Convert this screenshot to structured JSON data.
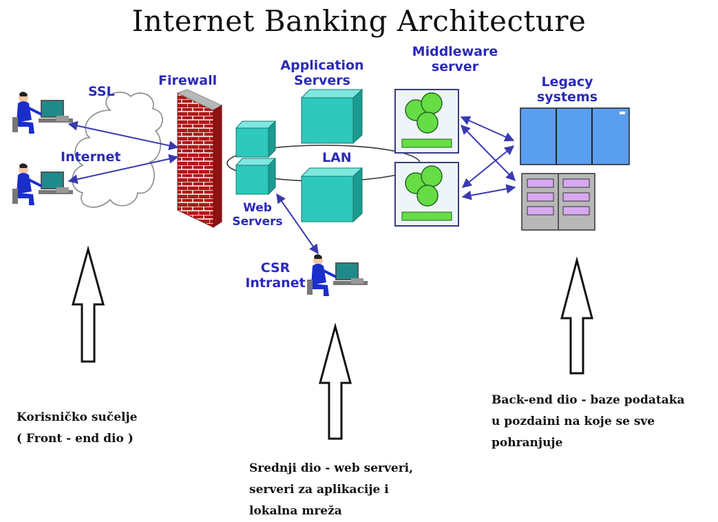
{
  "title": "Internet Banking Architecture",
  "labels": {
    "ssl": "SSL",
    "internet": "Internet",
    "firewall": "Firewall",
    "application_servers": [
      "Application",
      "Servers"
    ],
    "middleware_server": [
      "Middleware",
      "server"
    ],
    "legacy_systems": [
      "Legacy",
      "systems"
    ],
    "lan": "LAN",
    "web_servers": [
      "Web",
      "Servers"
    ],
    "csr_intranet": [
      "CSR",
      "Intranet"
    ]
  },
  "captions": {
    "front_end": [
      "Korisničko sučelje",
      "( Front - end dio )"
    ],
    "middle": [
      "Srednji dio - web serveri,",
      "serveri za aplikacije i",
      "lokalna mreža"
    ],
    "back_end": [
      "Back-end dio - baze podataka",
      "u pozdaini na koje se sve",
      "pohranjuje"
    ]
  },
  "colors": {
    "label_blue": "#2a2ab8",
    "server_teal": "#2ec8bc",
    "brick_red": "#b01818",
    "legacy_blue": "#5a9ef0",
    "storage_purple": "#d8a8f0",
    "green_node": "#66dd44",
    "person_blue": "#1a2ecc"
  }
}
